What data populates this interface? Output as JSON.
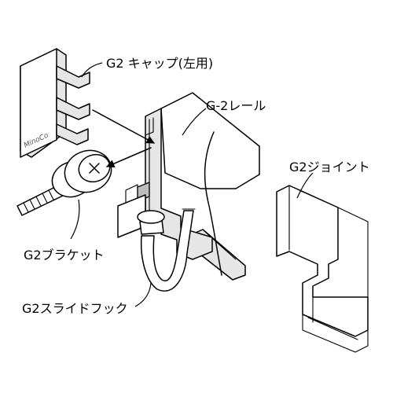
{
  "labels": {
    "cap": "G2 キャップ(左用)",
    "rail": "G-2レール",
    "joint": "G2ジョイント",
    "bracket": "G2ブラケット",
    "hook": "G2スライドフック"
  },
  "logo_text": "MinoCo"
}
